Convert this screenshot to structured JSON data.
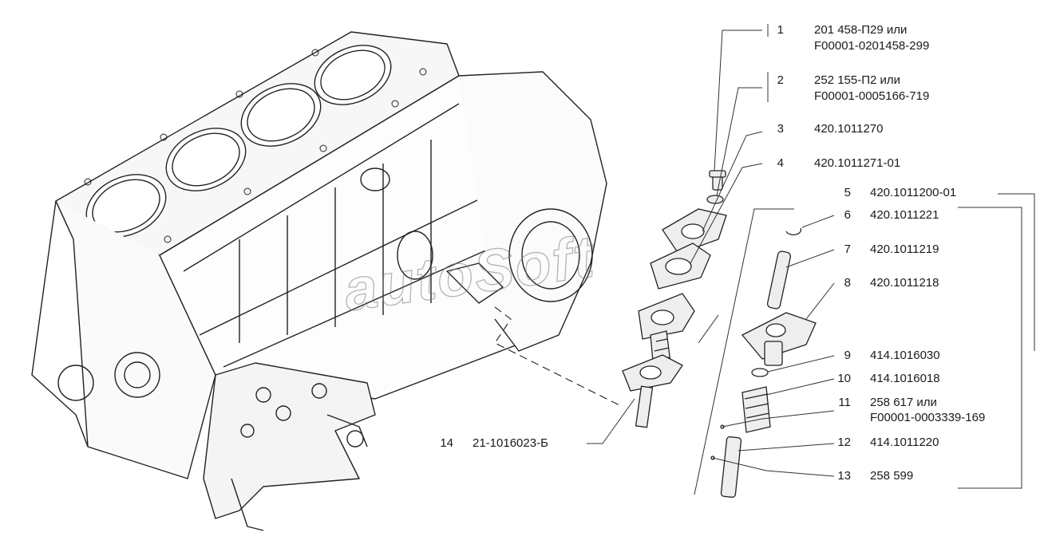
{
  "watermark": "autoSoft",
  "parts": [
    {
      "num": "1",
      "code_lines": [
        "201 458-П29 или",
        "F00001-0201458-299"
      ]
    },
    {
      "num": "2",
      "code_lines": [
        "252 155-П2 или",
        "F00001-0005166-719"
      ]
    },
    {
      "num": "3",
      "code_lines": [
        "420.1011270"
      ]
    },
    {
      "num": "4",
      "code_lines": [
        "420.1011271-01"
      ]
    },
    {
      "num": "5",
      "code_lines": [
        "420.1011200-01"
      ]
    },
    {
      "num": "6",
      "code_lines": [
        "420.1011221"
      ]
    },
    {
      "num": "7",
      "code_lines": [
        "420.1011219"
      ]
    },
    {
      "num": "8",
      "code_lines": [
        "420.1011218"
      ]
    },
    {
      "num": "9",
      "code_lines": [
        "414.1016030"
      ]
    },
    {
      "num": "10",
      "code_lines": [
        "414.1016018"
      ]
    },
    {
      "num": "11",
      "code_lines": [
        "258 617 или",
        "F00001-0003339-169"
      ]
    },
    {
      "num": "12",
      "code_lines": [
        "414.1011220"
      ]
    },
    {
      "num": "13",
      "code_lines": [
        "258 599"
      ]
    },
    {
      "num": "14",
      "code_lines": [
        "21-1016023-Б"
      ]
    }
  ]
}
